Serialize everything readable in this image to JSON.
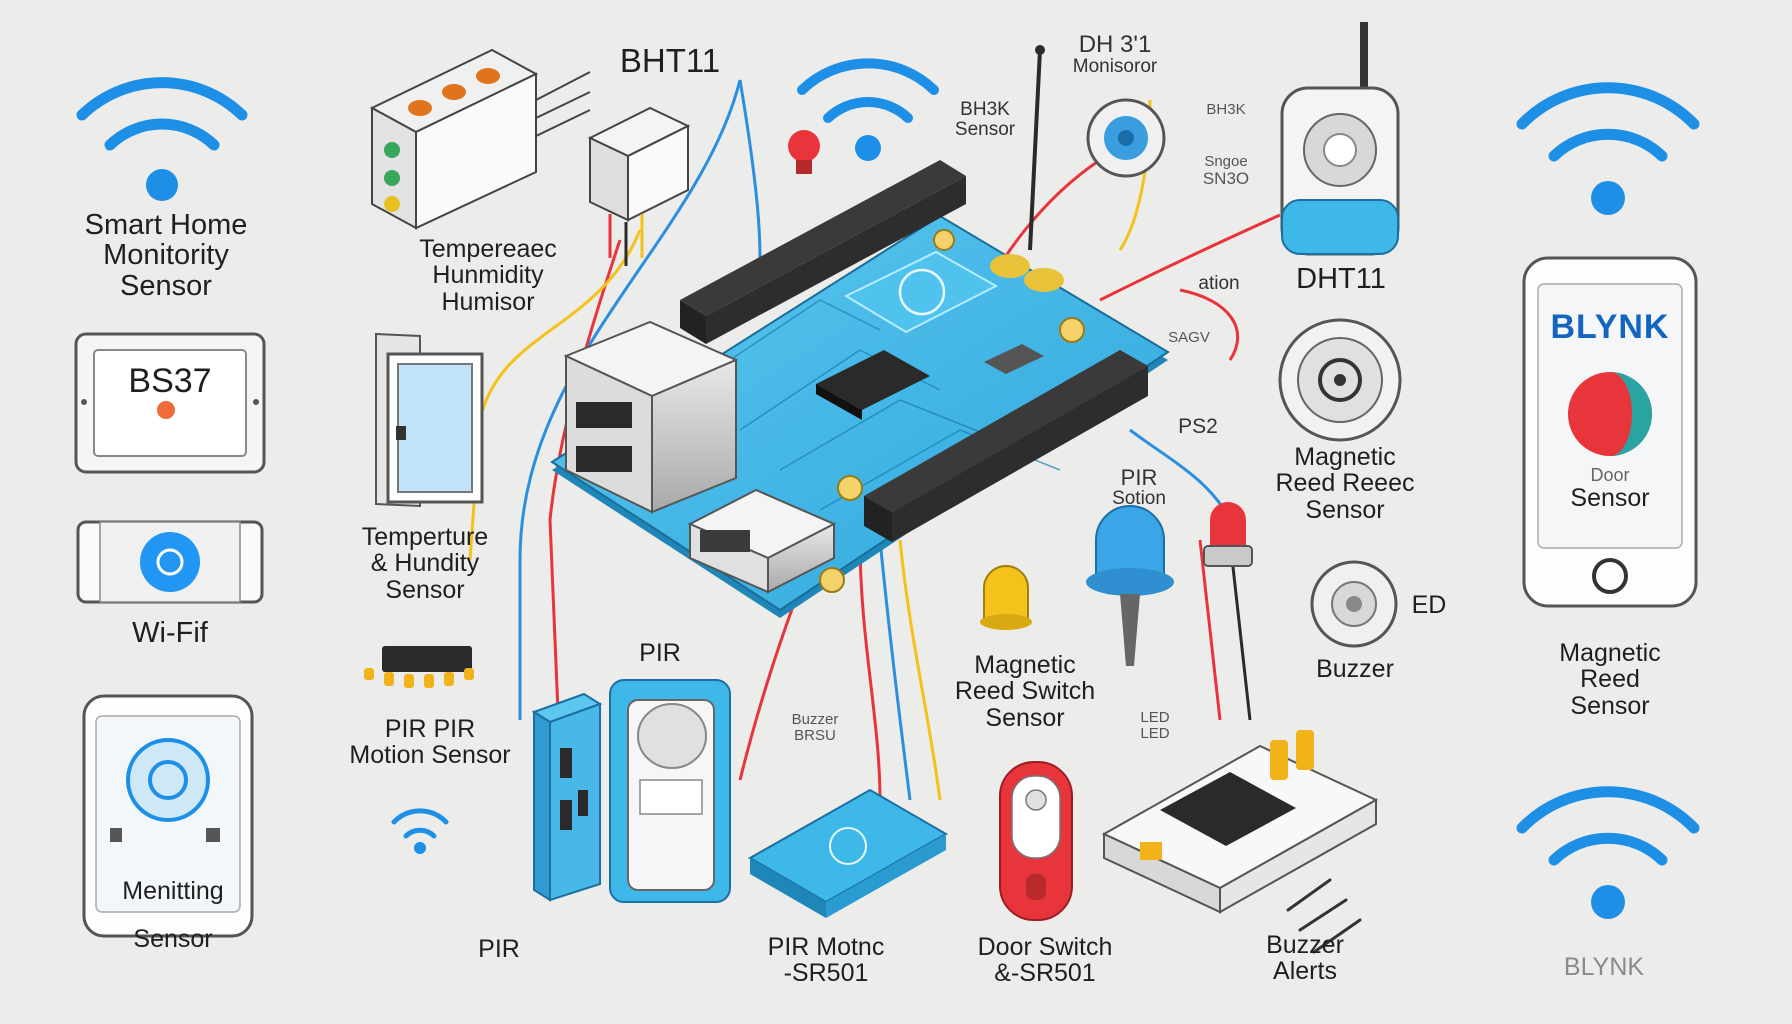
{
  "colors": {
    "background": "#ececea",
    "board": "#3db8e8",
    "wifi": "#1e8fe6",
    "wire_red": "#e8343b",
    "wire_yellow": "#f4c21b",
    "wire_blue": "#2b8fe0",
    "header": "#2a2a2a",
    "phone_bg": "#ffffff",
    "blynk_text": "#1565c0"
  },
  "icons": [
    "wifi-icon-top-left",
    "wifi-icon-top-center",
    "wifi-icon-top-right",
    "wifi-icon-bottom-right",
    "wifi-icon-small",
    "tablet-icon",
    "wifi-module-icon",
    "phone-left-icon",
    "phone-blynk-icon",
    "door-icon",
    "microcontroller-board",
    "rj45-port-icon",
    "usb-port-icon",
    "chip-icon",
    "buzzer-icon",
    "led-red-icon",
    "led-blue-icon",
    "led-yellow-icon",
    "door-switch-icon",
    "camera-sensor-icon",
    "gear-sensor-icon"
  ],
  "labels": {
    "smart_home": [
      "Smart Home",
      "Monitority",
      "Sensor"
    ],
    "tablet_code": "BS37",
    "wifi": "Wi-Fif",
    "monitoring": [
      "Menitting",
      "Sensor"
    ],
    "temp_humid_top": [
      "Tempereaec",
      "Hunmidity",
      "Humisor"
    ],
    "temp_humid_mid": [
      "Temperture",
      "& Hundity",
      "Sensor"
    ],
    "pir_motion": [
      "PIR  PIR",
      "Motion Sensor"
    ],
    "pir_bottom": "PIR",
    "pir_center": "PIR",
    "bht11": "BHT11",
    "dh31": [
      "DH 3'1",
      "Monisoror"
    ],
    "bh3k": [
      "BH3K",
      "Sensor"
    ],
    "bh3k_right": "BH3K",
    "snso": [
      "Sngoe",
      "SN3O"
    ],
    "dht11_right": "DHT11",
    "ation": "ation",
    "sagv": "SAGV",
    "ps2": "PS2",
    "pir_sotion": [
      "PIR",
      "Sotion"
    ],
    "magnetic_reed_right": [
      "Magnetic",
      "Reed Reeec",
      "Sensor"
    ],
    "magnetic_reed_center": [
      "Magnetic",
      "Reed Switch",
      "Sensor"
    ],
    "magnetic_reed_far": [
      "Magnetic",
      "Reed",
      "Sensor"
    ],
    "buzzer": "Buzzer",
    "ed": "ED",
    "buzzer_small": [
      "Buzzer",
      "BRSU"
    ],
    "led_small": [
      "LED",
      "LED"
    ],
    "pir_motion_bottom": [
      "PIR Motnc",
      "-SR501"
    ],
    "door_switch": [
      "Door Switch",
      "&-SR501"
    ],
    "buzzer_alerts": [
      "Buzzer",
      "Alerts"
    ],
    "blynk_phone": "BLYNK",
    "door_sensor": [
      "Door",
      "Sensor"
    ],
    "blynk_bottom": "BLYNK"
  }
}
